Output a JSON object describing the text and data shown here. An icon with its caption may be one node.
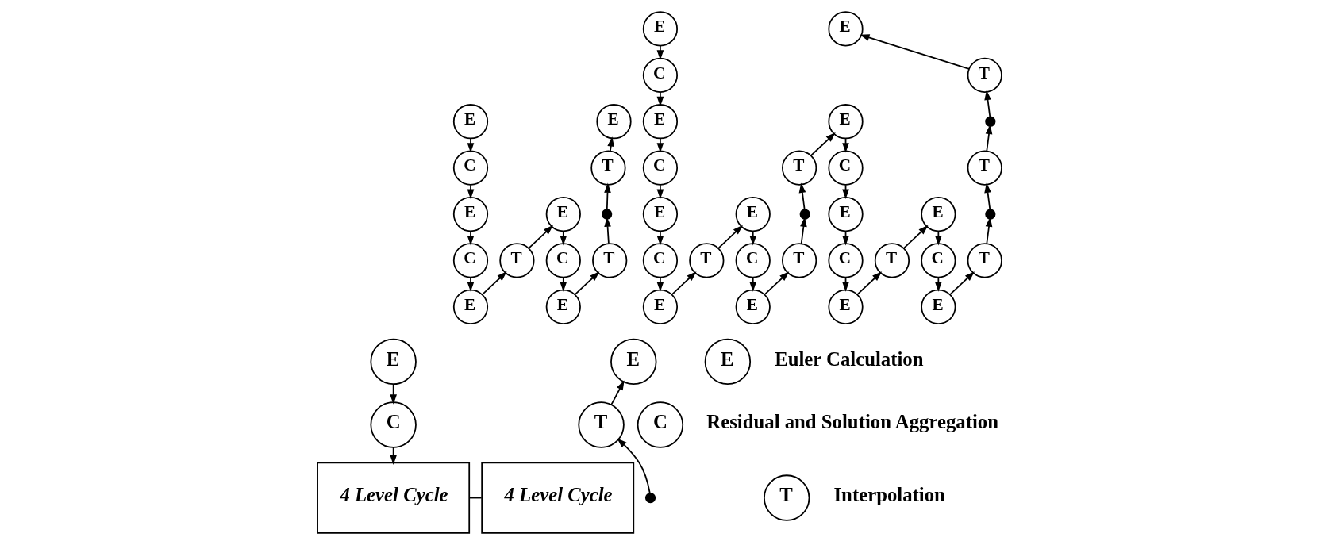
{
  "diagram": {
    "nodes": [
      {
        "text": [
          "E"
        ]
      },
      {
        "text": [
          "C"
        ]
      },
      {
        "text": [
          "E"
        ]
      },
      {
        "text": [
          "C"
        ]
      },
      {
        "text": [
          "E"
        ]
      },
      {
        "text": [
          "T"
        ]
      },
      {
        "text": [
          "E"
        ]
      },
      {
        "text": [
          "C"
        ]
      },
      {
        "text": [
          "E"
        ]
      },
      {
        "text": [
          "T"
        ]
      },
      {
        "text": [],
        "shape": "dot"
      },
      {
        "text": [
          "T"
        ]
      },
      {
        "text": [
          "E"
        ]
      },
      {
        "text": [
          "E"
        ]
      },
      {
        "text": [
          "C"
        ]
      },
      {
        "text": [
          "E"
        ]
      },
      {
        "text": [
          "C"
        ]
      },
      {
        "text": [
          "E"
        ]
      },
      {
        "text": [
          "C"
        ]
      },
      {
        "text": [
          "E"
        ]
      },
      {
        "text": [
          "T"
        ]
      },
      {
        "text": [
          "E"
        ]
      },
      {
        "text": [
          "C"
        ]
      },
      {
        "text": [
          "E"
        ]
      },
      {
        "text": [
          "T"
        ]
      },
      {
        "text": [],
        "shape": "dot"
      },
      {
        "text": [
          "T"
        ]
      },
      {
        "text": [
          "E"
        ]
      },
      {
        "text": [
          "C"
        ]
      },
      {
        "text": [
          "E"
        ]
      },
      {
        "text": [
          "C"
        ]
      },
      {
        "text": [
          "E"
        ]
      },
      {
        "text": [
          "T"
        ]
      },
      {
        "text": [
          "E"
        ]
      },
      {
        "text": [
          "C"
        ]
      },
      {
        "text": [
          "E"
        ]
      },
      {
        "text": [
          "T"
        ]
      },
      {
        "text": [],
        "shape": "dot"
      },
      {
        "text": [
          "T"
        ]
      },
      {
        "text": [],
        "shape": "dot"
      },
      {
        "text": [
          "T"
        ]
      },
      {
        "text": [
          "E"
        ]
      },
      {
        "text": [
          "E"
        ]
      },
      {
        "text": [
          "C"
        ]
      },
      {
        "text": [
          "4 Level Cycle"
        ]
      },
      {
        "text": [
          "4 Level Cycle"
        ]
      },
      {
        "text": [],
        "shape": "dot"
      },
      {
        "text": [
          "T"
        ]
      },
      {
        "text": [
          "E"
        ]
      },
      {
        "text": [
          "E"
        ],
        "beside": [
          "Euler Calculation"
        ]
      },
      {
        "text": [
          "C"
        ],
        "beside": [
          "Residual and Solution Aggregation"
        ]
      },
      {
        "text": [
          "T"
        ],
        "beside": [
          "Interpolation"
        ]
      }
    ],
    "edges": [
      {
        "from": 0,
        "to": 1,
        "arrow": "to"
      },
      {
        "from": 1,
        "to": 2,
        "arrow": "to"
      },
      {
        "from": 2,
        "to": 3,
        "arrow": "to"
      },
      {
        "from": 3,
        "to": 4,
        "arrow": "to"
      },
      {
        "from": 4,
        "to": 5,
        "arrow": "to"
      },
      {
        "from": 5,
        "to": 6,
        "arrow": "to"
      },
      {
        "from": 6,
        "to": 7,
        "arrow": "to"
      },
      {
        "from": 7,
        "to": 8,
        "arrow": "to"
      },
      {
        "from": 8,
        "to": 9,
        "arrow": "to"
      },
      {
        "from": 9,
        "to": 10,
        "arrow": "to"
      },
      {
        "from": 10,
        "to": 11,
        "arrow": "to"
      },
      {
        "from": 11,
        "to": 12,
        "arrow": "to"
      },
      {
        "from": 13,
        "to": 14,
        "arrow": "to"
      },
      {
        "from": 14,
        "to": 15,
        "arrow": "to"
      },
      {
        "from": 15,
        "to": 16,
        "arrow": "to"
      },
      {
        "from": 16,
        "to": 17,
        "arrow": "to"
      },
      {
        "from": 17,
        "to": 18,
        "arrow": "to"
      },
      {
        "from": 18,
        "to": 19,
        "arrow": "to"
      },
      {
        "from": 19,
        "to": 20,
        "arrow": "to"
      },
      {
        "from": 20,
        "to": 21,
        "arrow": "to"
      },
      {
        "from": 21,
        "to": 22,
        "arrow": "to"
      },
      {
        "from": 22,
        "to": 23,
        "arrow": "to"
      },
      {
        "from": 23,
        "to": 24,
        "arrow": "to"
      },
      {
        "from": 24,
        "to": 25,
        "arrow": "to"
      },
      {
        "from": 25,
        "to": 26,
        "arrow": "to"
      },
      {
        "from": 26,
        "to": 27,
        "arrow": "to"
      },
      {
        "from": 27,
        "to": 28,
        "arrow": "to"
      },
      {
        "from": 28,
        "to": 29,
        "arrow": "to"
      },
      {
        "from": 29,
        "to": 30,
        "arrow": "to"
      },
      {
        "from": 30,
        "to": 31,
        "arrow": "to"
      },
      {
        "from": 31,
        "to": 32,
        "arrow": "to"
      },
      {
        "from": 32,
        "to": 33,
        "arrow": "to"
      },
      {
        "from": 33,
        "to": 34,
        "arrow": "to"
      },
      {
        "from": 34,
        "to": 35,
        "arrow": "to"
      },
      {
        "from": 35,
        "to": 36,
        "arrow": "to"
      },
      {
        "from": 36,
        "to": 37,
        "arrow": "to"
      },
      {
        "from": 37,
        "to": 38,
        "arrow": "to"
      },
      {
        "from": 38,
        "to": 39,
        "arrow": "to"
      },
      {
        "from": 39,
        "to": 40,
        "arrow": "to"
      },
      {
        "from": 40,
        "to": 41,
        "arrow": "to"
      },
      {
        "from": 42,
        "to": 43,
        "arrow": "to"
      },
      {
        "from": 43,
        "to": 44,
        "arrow": "to"
      },
      {
        "from": 44,
        "to": 45,
        "arrow": "none"
      },
      {
        "from": 46,
        "to": 47,
        "arrow": "to"
      },
      {
        "from": 47,
        "to": 48,
        "arrow": "to"
      }
    ]
  }
}
